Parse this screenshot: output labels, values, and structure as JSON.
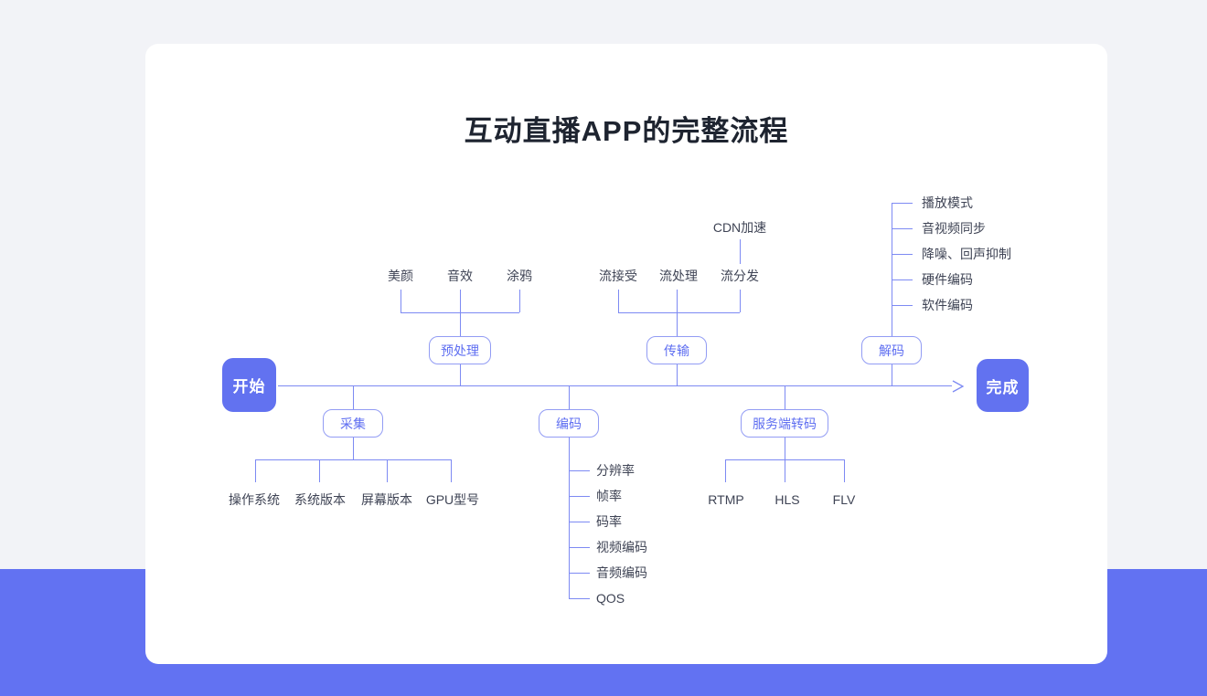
{
  "title": "互动直播APP的完整流程",
  "colors": {
    "accent": "#6272F0",
    "connector": "#7D8AF3",
    "node_border": "#929CF4",
    "background": "#F2F3F7",
    "bottom_band": "#6272F2",
    "title_text": "#1E2430",
    "leaf_text": "#3F4455"
  },
  "flow": {
    "start": {
      "label": "开始"
    },
    "end": {
      "label": "完成"
    },
    "preprocess": {
      "label": "预处理",
      "children": [
        "美颜",
        "音效",
        "涂鸦"
      ]
    },
    "transmission": {
      "label": "传输",
      "children": [
        "流接受",
        "流处理",
        "流分发"
      ],
      "annotation": "CDN加速"
    },
    "decode": {
      "label": "解码",
      "children": [
        "播放模式",
        "音视频同步",
        "降噪、回声抑制",
        "硬件编码",
        "软件编码"
      ]
    },
    "capture": {
      "label": "采集",
      "children": [
        "操作系统",
        "系统版本",
        "屏幕版本",
        "GPU型号"
      ]
    },
    "encode": {
      "label": "编码",
      "children": [
        "分辨率",
        "帧率",
        "码率",
        "视频编码",
        "音频编码",
        "QOS"
      ]
    },
    "server_transcode": {
      "label": "服务端转码",
      "children": [
        "RTMP",
        "HLS",
        "FLV"
      ]
    }
  }
}
